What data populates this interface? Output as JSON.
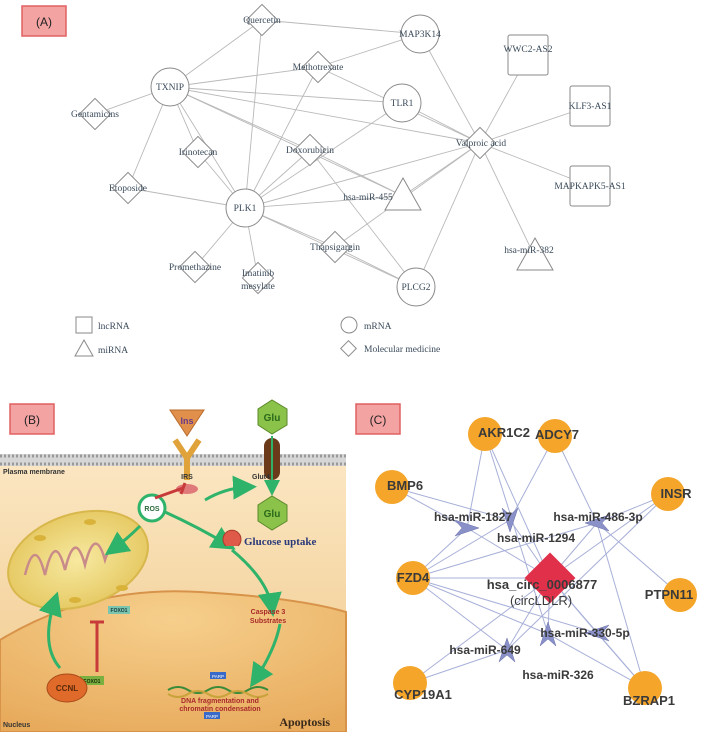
{
  "panelA": {
    "tag": "(A)",
    "nodes": {
      "quercetin": "Quercetin",
      "map3k14": "MAP3K14",
      "wwc2": "WWC2-AS2",
      "methotrexate": "Methotrexate",
      "txnip": "TXNIP",
      "tlr1": "TLR1",
      "klf3": "KLF3-AS1",
      "gentamicins": "Gentamicins",
      "irinotecan": "Irinotecan",
      "valproic": "Valproic acid",
      "doxorubicin": "Doxorubicin",
      "etoposide": "Etoposide",
      "plk1": "PLK1",
      "mir455": "hsa-miR-455",
      "mapkapk5": "MAPKAPK5-AS1",
      "thapsigargin": "Thapsigargin",
      "mir382": "hsa-miR-382",
      "promethazine": "Promethazine",
      "imatinib1": "Imatinib",
      "imatinib2": "mesylate",
      "plcg2": "PLCG2"
    },
    "legend": {
      "lncrna": "lncRNA",
      "mirna": "miRNA",
      "mrna": "mRNA",
      "molecular": "Molecular medicine"
    }
  },
  "panelB": {
    "tag": "(B)",
    "ins": "Ins",
    "glu_top": "Glu",
    "glu_bottom": "Glu",
    "plasma_membrane": "Plasma membrane",
    "irs": "IRS",
    "glut4": "Glut4",
    "glucose_uptake": "Glucose uptake",
    "ros": "ROS",
    "foxo1_a": "FOXO1",
    "foxo1_b": "FOXO1",
    "ccnl": "CCNL",
    "caspase1": "Caspase 3",
    "caspase2": "Substrates",
    "dna1": "DNA fragmentation and",
    "dna2": "chromatin condensation",
    "apoptosis": "Apoptosis",
    "nucleus": "Nucleus",
    "parp": "PARP"
  },
  "panelC": {
    "tag": "(C)",
    "akr1c2": "AKR1C2",
    "adcy7": "ADCY7",
    "bmp6": "BMP6",
    "insr": "INSR",
    "fzd4": "FZD4",
    "ptpn11": "PTPN11",
    "cyp19a1": "CYP19A1",
    "bzrap1": "BZRAP1",
    "mir1827": "hsa-miR-1827",
    "mir486": "hsa-miR-486-3p",
    "mir1294": "hsa-miR-1294",
    "circ1": "hsa_circ_0006877",
    "circ2": "(circLDLR)",
    "mir330": "hsa-miR-330-5p",
    "mir649": "hsa-miR-649",
    "mir326": "hsa-miR-326"
  },
  "colors": {
    "tag_fill": "#f4a3a3",
    "tag_border": "#e06060",
    "node_stroke": "#8a8a8a",
    "gene_orange": "#f4a52a",
    "mirna_violet": "#8a90c8",
    "circ_red": "#e0304a",
    "arrow_green": "#2fb36a",
    "inhibit_red": "#c83a3a"
  }
}
